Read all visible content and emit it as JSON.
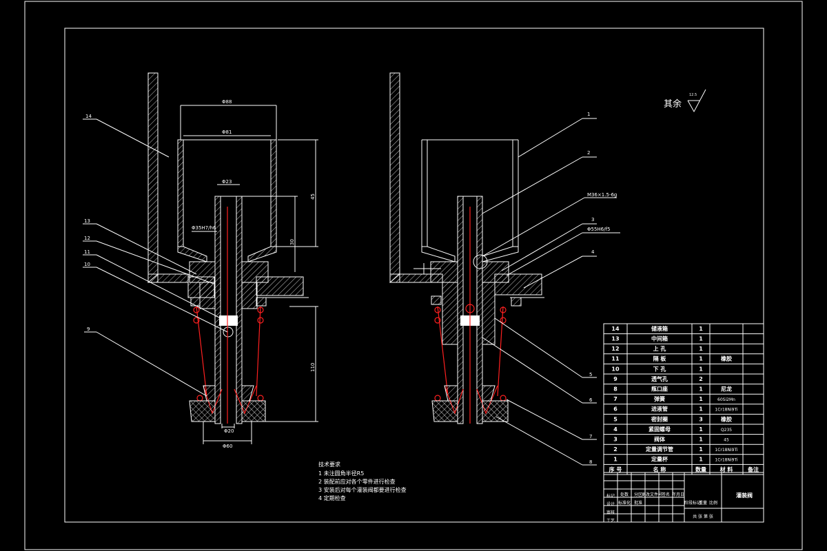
{
  "left_view": {
    "callouts": [
      "14",
      "13",
      "12",
      "11",
      "10",
      "9"
    ],
    "dims": [
      "Φ88",
      "Φ81",
      "Φ23",
      "Φ35H7/h6",
      "Φ20",
      "Φ60",
      "45",
      "30",
      "110"
    ]
  },
  "right_view": {
    "callouts": [
      "1",
      "2",
      "3",
      "4",
      "5",
      "6",
      "7",
      "8"
    ],
    "annotations": [
      "M36×1.5-6g",
      "Φ55H6/f5"
    ]
  },
  "roughness": {
    "label": "其余",
    "value": "12.5"
  },
  "technical_requirements": {
    "title": "技术要求",
    "items": [
      "1 未注圆角半径R5",
      "2 装配前应对各个零件进行检查",
      "3 安装后对每个灌装阀都要进行检查",
      "4 定期检查"
    ]
  },
  "parts_table": {
    "header": [
      "序 号",
      "名 称",
      "数量",
      "材 料",
      "备注"
    ],
    "rows": [
      {
        "no": "14",
        "name": "储液箱",
        "qty": "1",
        "material": "",
        "note": ""
      },
      {
        "no": "13",
        "name": "中间箱",
        "qty": "1",
        "material": "",
        "note": ""
      },
      {
        "no": "12",
        "name": "上 孔",
        "qty": "1",
        "material": "",
        "note": ""
      },
      {
        "no": "11",
        "name": "隔 板",
        "qty": "1",
        "material": "橡胶",
        "note": ""
      },
      {
        "no": "10",
        "name": "下 孔",
        "qty": "1",
        "material": "",
        "note": ""
      },
      {
        "no": "9",
        "name": "透气孔",
        "qty": "2",
        "material": "",
        "note": ""
      },
      {
        "no": "8",
        "name": "瓶口座",
        "qty": "1",
        "material": "尼龙",
        "note": ""
      },
      {
        "no": "7",
        "name": "弹簧",
        "qty": "1",
        "material": "60Si2Mn",
        "note": ""
      },
      {
        "no": "6",
        "name": "进液管",
        "qty": "1",
        "material": "1Cr18Ni9Ti",
        "note": ""
      },
      {
        "no": "5",
        "name": "密封圈",
        "qty": "3",
        "material": "橡胶",
        "note": ""
      },
      {
        "no": "4",
        "name": "紧固螺母",
        "qty": "1",
        "material": "Q235",
        "note": ""
      },
      {
        "no": "3",
        "name": "阀体",
        "qty": "1",
        "material": "45",
        "note": ""
      },
      {
        "no": "2",
        "name": "定量调节管",
        "qty": "1",
        "material": "1Cr18Ni9Ti",
        "note": ""
      },
      {
        "no": "1",
        "name": "定量杯",
        "qty": "1",
        "material": "1Cr18Ni9Ti",
        "note": ""
      }
    ]
  },
  "title_block": {
    "drawing_title": "灌装阀",
    "left_rows": [
      "标记",
      "设计",
      "审核",
      "工艺"
    ],
    "small_cells": [
      "处数",
      "分区",
      "更改文件号",
      "签名",
      "年月日",
      "标准化",
      "批准",
      "阶段标记",
      "重量",
      "比例",
      "共 张 第 张"
    ]
  }
}
